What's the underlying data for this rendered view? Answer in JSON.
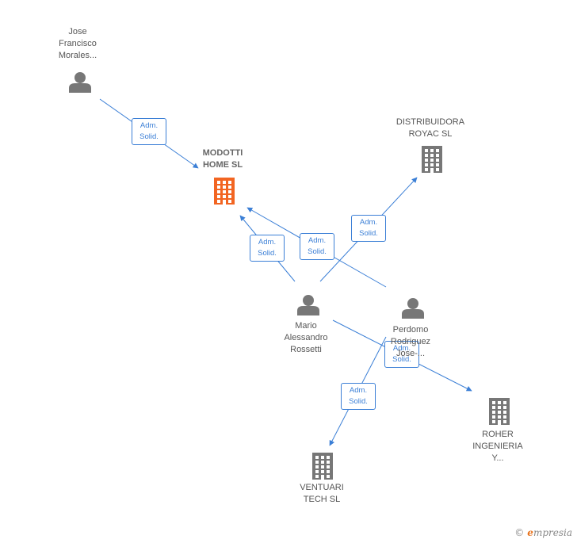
{
  "colors": {
    "focus": "#f26522",
    "company": "#777777",
    "person": "#777777",
    "edge": "#3b7fd6"
  },
  "nodes": [
    {
      "id": "jose",
      "type": "person",
      "label": "Jose\nFrancisco\nMorales..."
    },
    {
      "id": "modotti",
      "type": "company",
      "focus": true,
      "label": "MODOTTI\nHOME  SL"
    },
    {
      "id": "distribuidora",
      "type": "company",
      "label": "DISTRIBUIDORA\nROYAC  SL"
    },
    {
      "id": "mario",
      "type": "person",
      "label": "Mario\nAlessandro\nRossetti"
    },
    {
      "id": "perdomo",
      "type": "person",
      "label": "Perdomo\nRodriguez\nJose-..."
    },
    {
      "id": "roher",
      "type": "company",
      "label": "ROHER\nINGENIERIA\nY..."
    },
    {
      "id": "ventuari",
      "type": "company",
      "label": "VENTUARI\nTECH  SL"
    }
  ],
  "edges": [
    {
      "from": "jose",
      "to": "modotti",
      "label_line1": "Adm.",
      "label_line2": "Solid."
    },
    {
      "from": "mario",
      "to": "modotti",
      "label_line1": "Adm.",
      "label_line2": "Solid."
    },
    {
      "from": "perdomo",
      "to": "modotti",
      "label_line1": "Adm.",
      "label_line2": "Solid."
    },
    {
      "from": "mario",
      "to": "distribuidora",
      "label_line1": "Adm.",
      "label_line2": "Solid."
    },
    {
      "from": "mario",
      "to": "roher",
      "label_line1": "Adm.",
      "label_line2": "Solid."
    },
    {
      "from": "perdomo",
      "to": "ventuari",
      "label_line1": "Adm.",
      "label_line2": "Solid."
    }
  ],
  "brand": {
    "copyright": "©",
    "e": "e",
    "rest": "mpresia"
  }
}
